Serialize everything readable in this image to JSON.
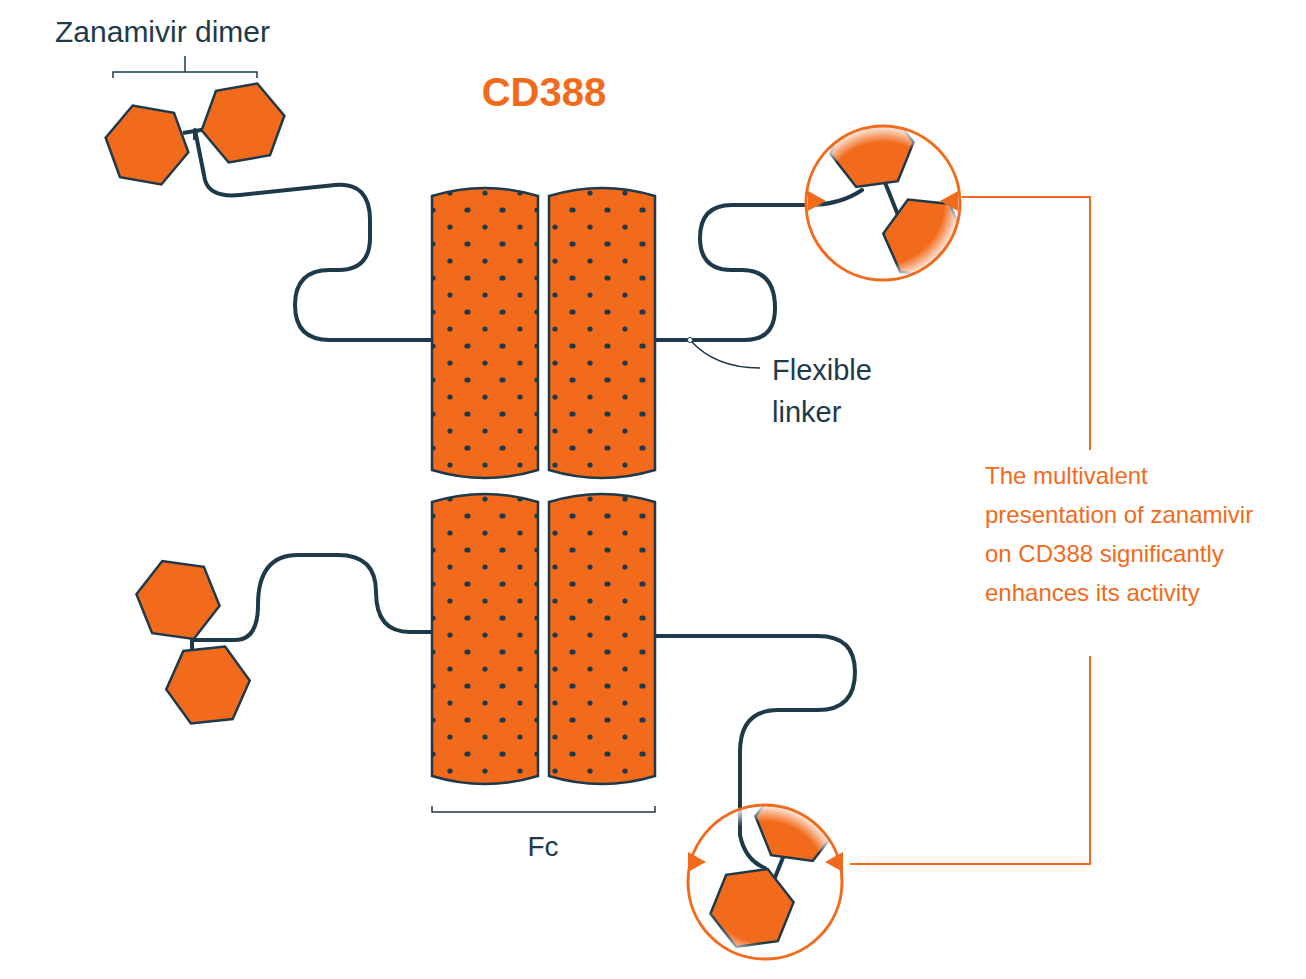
{
  "diagram": {
    "title": "CD388",
    "labels": [
      "Zanamivir dimer",
      "Flexible linker",
      "Fc",
      "The multivalent presentation of zanamivir on CD388 significantly enhances its activity"
    ]
  }
}
